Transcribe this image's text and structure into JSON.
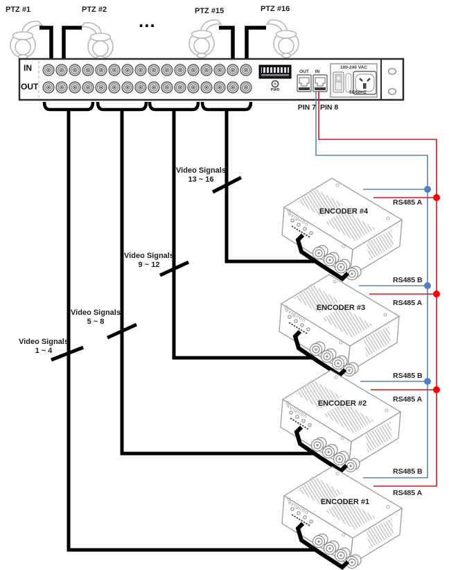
{
  "cameras": [
    {
      "label": "PTZ #1"
    },
    {
      "label": "PTZ #2"
    },
    {
      "label": "PTZ #15"
    },
    {
      "label": "PTZ #16"
    }
  ],
  "ellipsis": "...",
  "matrix": {
    "in_label": "IN",
    "out_label": "OUT",
    "pwr_label": "PWR",
    "rj45_out_label": "OUT",
    "rj45_in_label": "IN",
    "voltage_label": "100-240 VAC",
    "frequency_label": "50/60HZ",
    "pin7_label": "PIN 7",
    "pin8_label": "PIN 8"
  },
  "video_groups": [
    {
      "title": "Video Signals",
      "range": "1 ~ 4"
    },
    {
      "title": "Video Signals",
      "range": "5 ~ 8"
    },
    {
      "title": "Video Signals",
      "range": "9 ~ 12"
    },
    {
      "title": "Video Signals",
      "range": "13 ~ 16"
    }
  ],
  "encoders": [
    {
      "name": "ENCODER #4",
      "brand": "avigilon"
    },
    {
      "name": "ENCODER #3",
      "brand": "avigilon"
    },
    {
      "name": "ENCODER #2",
      "brand": "avigilon"
    },
    {
      "name": "ENCODER #1",
      "brand": "avigilon"
    }
  ],
  "rs485_labels": [
    {
      "text": "RS485 A"
    },
    {
      "text": "RS485 B"
    },
    {
      "text": "RS485 A"
    },
    {
      "text": "RS485 B"
    },
    {
      "text": "RS485 A"
    },
    {
      "text": "RS485 B"
    },
    {
      "text": "RS485 A"
    }
  ],
  "colors": {
    "rs485_a_wire": "#e01212",
    "rs485_b_wire": "#5b84ad",
    "dot_a": "#ff0000",
    "dot_b": "#4f81bd",
    "video_wire": "#000000"
  }
}
